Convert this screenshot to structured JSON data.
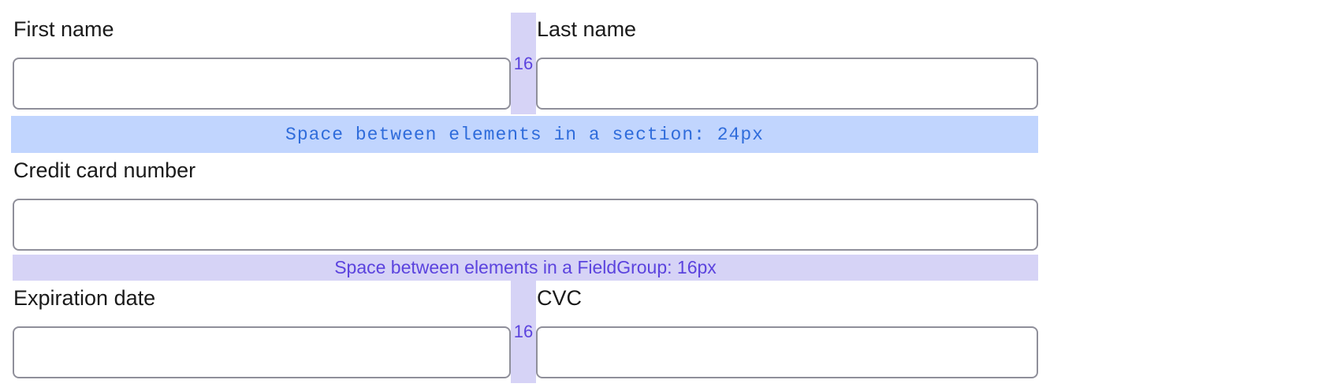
{
  "form": {
    "first_name": {
      "label": "First name",
      "value": ""
    },
    "last_name": {
      "label": "Last name",
      "value": ""
    },
    "credit_card": {
      "label": "Credit card number",
      "value": ""
    },
    "expiration": {
      "label": "Expiration date",
      "value": ""
    },
    "cvc": {
      "label": "CVC",
      "value": ""
    }
  },
  "annotations": {
    "column_gap_top": "16",
    "column_gap_bottom": "16",
    "section_spacing": "Space between elements in a section: 24px",
    "fieldgroup_spacing": "Space between elements in a FieldGroup: 16px"
  },
  "colors": {
    "section_band": "#c1d5fe",
    "section_text": "#2f6cdb",
    "fieldgroup_band": "#d6d3f6",
    "fieldgroup_text": "#5b43de",
    "input_border": "#8f8f9a"
  }
}
